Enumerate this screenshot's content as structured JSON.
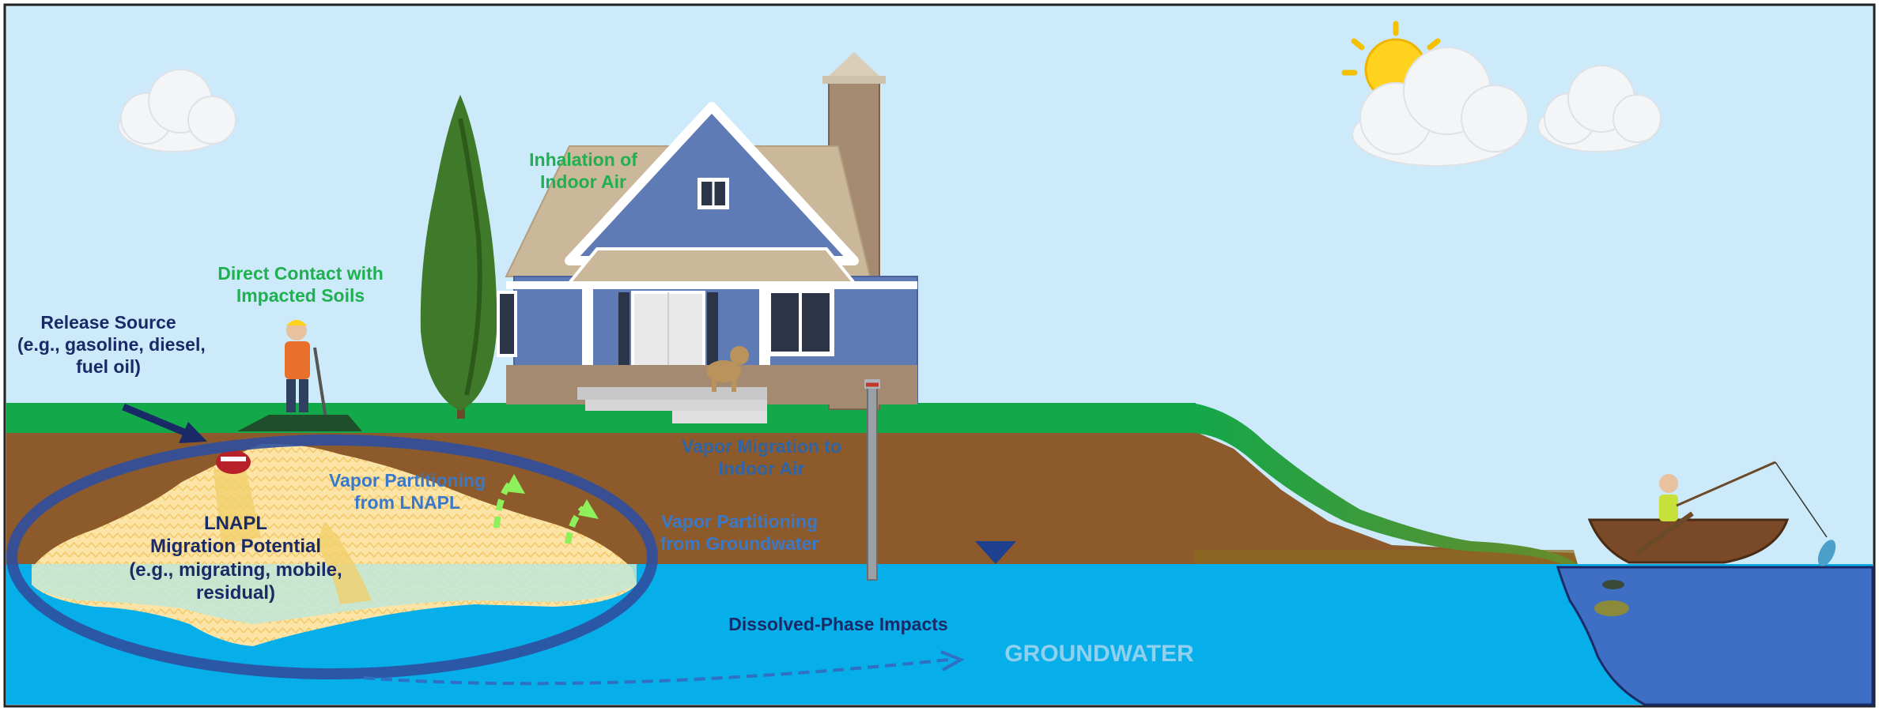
{
  "labels": {
    "release_source": [
      "Release Source",
      "(e.g., gasoline, diesel,",
      "fuel oil)"
    ],
    "direct_contact": [
      "Direct Contact with",
      "Impacted Soils"
    ],
    "inhalation": [
      "Inhalation of",
      "Indoor Air"
    ],
    "vapor_lnapl": [
      "Vapor Partitioning",
      "from LNAPL"
    ],
    "vapor_migration": [
      "Vapor Migration to",
      "Indoor Air"
    ],
    "vapor_groundwater": [
      "Vapor Partitioning",
      "from Groundwater"
    ],
    "lnapl": [
      "LNAPL",
      "Migration Potential",
      "(e.g., migrating, mobile,",
      "residual)"
    ],
    "dissolved": "Dissolved-Phase Impacts",
    "groundwater": "GROUNDWATER"
  },
  "colors": {
    "sky": "#cdeafb",
    "grass": "#13a84a",
    "soil": "#8d5a2b",
    "groundwater": "#06aeea",
    "lake": "#3f6fc4",
    "lnapl": "#fce3a0",
    "ellipse": "#2f4f9f",
    "house_siding": "#5f7bb6",
    "roof": "#cbb79a",
    "label_dark": "#1a2a66",
    "label_green": "#1fb050",
    "label_blue": "#3a78c8"
  }
}
